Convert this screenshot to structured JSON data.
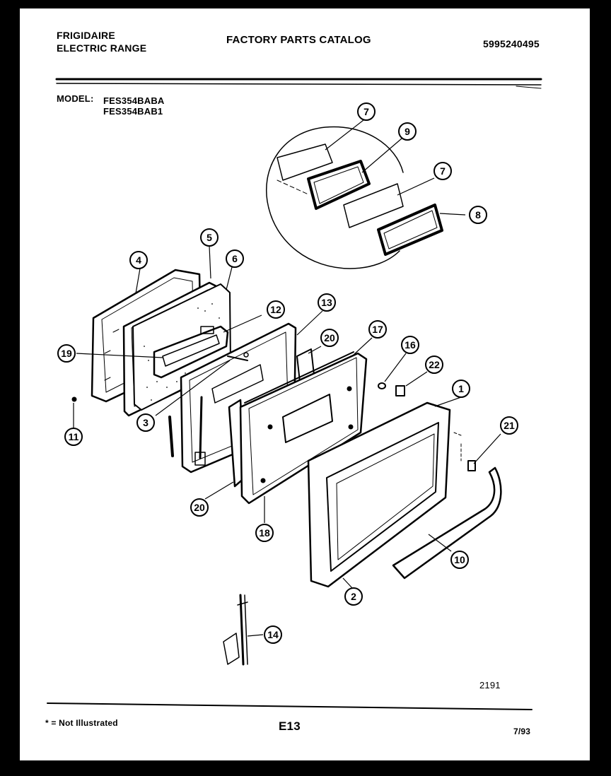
{
  "header": {
    "brand": "FRIGIDAIRE",
    "product": "ELECTRIC RANGE",
    "catalog_title": "FACTORY PARTS CATALOG",
    "catalog_number": "5995240495",
    "model_label": "MODEL:",
    "models": [
      "FES354BABA",
      "FES354BAB1"
    ]
  },
  "callouts": [
    "1",
    "2",
    "3",
    "4",
    "5",
    "6",
    "7",
    "7",
    "8",
    "9",
    "10",
    "11",
    "12",
    "13",
    "14",
    "16",
    "17",
    "18",
    "19",
    "20",
    "20",
    "21",
    "22"
  ],
  "footer": {
    "diagram_code": "2191",
    "note": "* = Not Illustrated",
    "page": "E13",
    "date": "7/93"
  },
  "colors": {
    "ink": "#000000",
    "paper": "#ffffff",
    "border": "#000000"
  }
}
